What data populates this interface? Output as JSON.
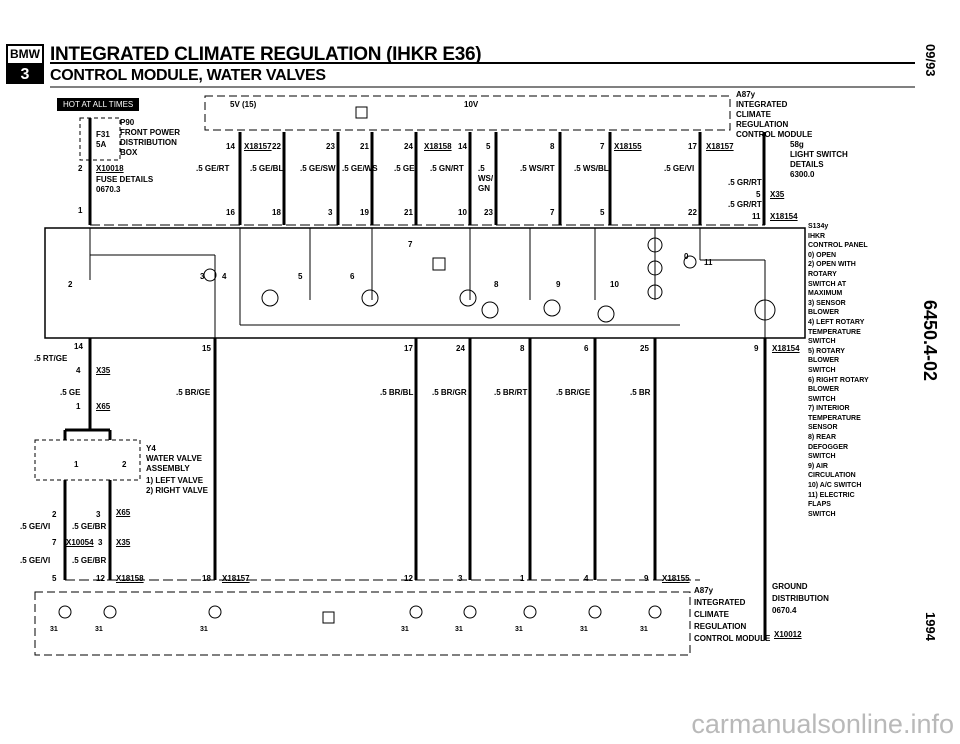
{
  "header": {
    "logo_top": "BMW",
    "logo_bottom": "3",
    "title": "INTEGRATED CLIMATE REGULATION (IHKR E36)",
    "subtitle": "CONTROL MODULE, WATER VALVES",
    "hot_badge": "HOT AT ALL TIMES"
  },
  "side": {
    "date": "09/93",
    "code": "6450.4-02",
    "year": "1994"
  },
  "fuse_box": {
    "ref": "P90",
    "fuse": "F31",
    "amps": "5A",
    "lines": [
      "FRONT POWER",
      "DISTRIBUTION",
      "BOX"
    ],
    "pin": "2",
    "connector": "X10018",
    "fuse_details": "FUSE DETAILS",
    "fuse_details_ref": "0670.3",
    "pin1": "1"
  },
  "module_top": {
    "ref": "A87y",
    "lines": [
      "INTEGRATED",
      "CLIMATE",
      "REGULATION",
      "CONTROL MODULE"
    ],
    "v5": "5V (15)",
    "v10": "10V"
  },
  "top_connectors": [
    {
      "pin": "14",
      "conn": "X18157",
      "pin2": "22",
      "wire": ".5 GE/RT"
    },
    {
      "pin": "",
      "conn": "",
      "pin2": "",
      "wire": ".5 GE/BL"
    },
    {
      "pin": "23",
      "conn": "",
      "pin2": "",
      "wire": ".5 GE/SW"
    },
    {
      "pin": "21",
      "conn": "",
      "pin2": "",
      "wire": ".5 GE/WS"
    },
    {
      "pin": "24",
      "conn": "X18158",
      "pin2": "14",
      "wire": ".5 GE"
    },
    {
      "pin": "",
      "conn": "",
      "pin2": "",
      "wire": ".5 GN/RT"
    },
    {
      "pin": "5",
      "conn": "",
      "pin2": "",
      "wire": ".5 WS/ GN"
    },
    {
      "pin": "8",
      "conn": "",
      "pin2": "",
      "wire": ".5 WS/RT"
    },
    {
      "pin": "7",
      "conn": "X18155",
      "pin2": "",
      "wire": ".5 WS/BL"
    },
    {
      "pin": "17",
      "conn": "X18157",
      "pin2": "",
      "wire": ".5 GE/VI"
    }
  ],
  "bottom_top_pins": [
    "16",
    "18",
    "3",
    "19",
    "21",
    "10",
    "23",
    "7",
    "5",
    "22",
    "11"
  ],
  "light_switch": {
    "ref": "58g",
    "lines": [
      "LIGHT SWITCH",
      "DETAILS"
    ],
    "detail_ref": "6300.0",
    "wire1": ".5 GR/RT",
    "pin5": "5",
    "conn": "X35",
    "wire2": ".5 GR/RT",
    "conn2": "X18154"
  },
  "control_panel": {
    "ref": "S134y",
    "lines": [
      "IHKR",
      "CONTROL PANEL"
    ],
    "items": [
      "0) OPEN",
      "2) OPEN WITH",
      "   ROTARY",
      "   SWITCH AT",
      "   MAXIMUM",
      "3) SENSOR",
      "   BLOWER",
      "4) LEFT ROTARY",
      "   TEMPERATURE",
      "   SWITCH",
      "5) ROTARY",
      "   BLOWER",
      "   SWITCH",
      "6) RIGHT ROTARY",
      "   BLOWER",
      "   SWITCH",
      "7) INTERIOR",
      "   TEMPERATURE",
      "   SENSOR",
      "8) REAR",
      "   DEFOGGER",
      "   SWITCH",
      "9) AIR",
      "   CIRCULATION",
      "10) A/C SWITCH",
      "11) ELECTRIC",
      "   FLAPS",
      "   SWITCH"
    ],
    "inner_numbers": [
      "2",
      "3",
      "4",
      "5",
      "6",
      "7",
      "8",
      "9",
      "10",
      "11",
      "0"
    ]
  },
  "mid_pins": {
    "left_pin": "14",
    "left_wire": ".5 RT/GE",
    "x35_pin": "4",
    "x35": "X35",
    "x65_pin": "1",
    "x65": "X65",
    "ge": ".5 GE",
    "p15": "15",
    "p17": "17",
    "p24": "24",
    "p8": "8",
    "p6": "6",
    "p25": "25",
    "p9": "9",
    "conn_right": "X18154"
  },
  "mid_wires": [
    ".5 BR/GE",
    ".5 BR/BL",
    ".5 BR/GR",
    ".5 BR/RT",
    ".5 BR/GE",
    ".5 BR"
  ],
  "water_valve": {
    "ref": "Y4",
    "lines": [
      "WATER VALVE",
      "ASSEMBLY"
    ],
    "items": [
      "1) LEFT VALVE",
      "2) RIGHT VALVE"
    ],
    "n1": "1",
    "n2": "2"
  },
  "lower_left": {
    "p2": "2",
    "p3": "3",
    "x65": "X65",
    "w1": ".5 GE/VI",
    "w2": ".5 GE/BR",
    "p7": "7",
    "x10054": "X10054",
    "p3b": "3",
    "x35": "X35",
    "w3": ".5 GE/VI",
    "w4": ".5 GE/BR",
    "p5": "5",
    "p12": "12",
    "x18158": "X18158"
  },
  "bottom_row": {
    "p18": "18",
    "x18157": "X18157",
    "p12": "12",
    "p3": "3",
    "p1": "1",
    "p4": "4",
    "p9": "9",
    "x18155": "X18155",
    "module_ref": "A87y",
    "module_lines": [
      "INTEGRATED",
      "CLIMATE",
      "REGULATION",
      "CONTROL MODULE"
    ],
    "gnd_lines": [
      "GROUND",
      "DISTRIBUTION",
      "0670.4"
    ],
    "gnd_conn": "X10012",
    "pin31": "31"
  },
  "watermark": "carmanualsonline.info"
}
